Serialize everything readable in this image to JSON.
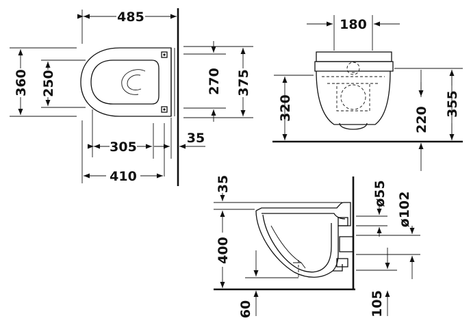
{
  "top_view": {
    "overall_length": "485",
    "width": "360",
    "inner_width": "250",
    "height_right": "270",
    "height_right_outer": "375",
    "offset_wall": "35",
    "bowl_length": "305",
    "fixing_length": "410"
  },
  "front_view": {
    "width_top": "180",
    "height_left": "320",
    "inner_height": "220",
    "overall_height": "355"
  },
  "side_view": {
    "top_offset": "35",
    "seat_height": "400",
    "floor_offset": "60",
    "outlet_dia": "ø55",
    "inlet_dia": "ø102",
    "outlet_height": "105"
  }
}
